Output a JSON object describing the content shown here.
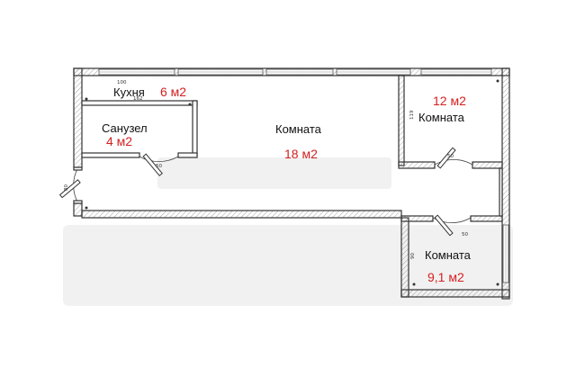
{
  "rooms": [
    {
      "name": "Кухня",
      "area": "6 м2"
    },
    {
      "name": "Санузел",
      "area": "4 м2"
    },
    {
      "name": "Комната",
      "area": "18 м2"
    },
    {
      "name": "Комната",
      "area": "12 м2"
    },
    {
      "name": "Комната",
      "area": "9,1 м2"
    }
  ],
  "dimensions": {
    "kitchen_outer": "100",
    "kitchen_inner": "162",
    "room12_side": "119",
    "door_bath": "50",
    "door_room12": "50",
    "door_room12b": "50",
    "door_entry": "80",
    "room9_side": "90"
  },
  "colors": {
    "area_text": "#d42020",
    "wall_stroke": "#333333"
  }
}
